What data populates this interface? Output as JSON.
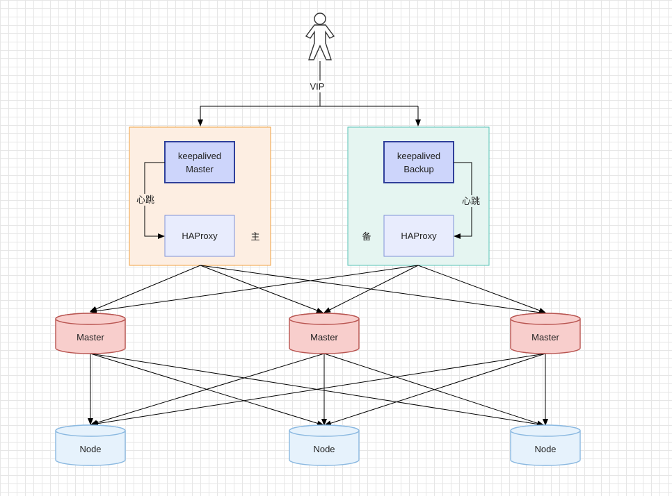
{
  "vip_label": "VIP",
  "groups": {
    "primary": {
      "keepalived_label_line1": "keepalived",
      "keepalived_label_line2": "Master",
      "haproxy_label": "HAProxy",
      "heartbeat_label": "心跳",
      "role_label": "主",
      "colors": {
        "container_fill": "#fdeee2",
        "container_stroke": "#f0a040",
        "keepalived_fill": "#cdd5fb",
        "keepalived_stroke": "#2f3f9a",
        "haproxy_fill": "#e8ecfd",
        "haproxy_stroke": "#7f92d8"
      }
    },
    "backup": {
      "keepalived_label_line1": "keepalived",
      "keepalived_label_line2": "Backup",
      "haproxy_label": "HAProxy",
      "heartbeat_label": "心跳",
      "role_label": "备",
      "colors": {
        "container_fill": "#e5f5f1",
        "container_stroke": "#55c2b5",
        "keepalived_fill": "#cdd5fb",
        "keepalived_stroke": "#2f3f9a",
        "haproxy_fill": "#e8ecfd",
        "haproxy_stroke": "#7f92d8"
      }
    }
  },
  "masters": [
    {
      "label": "Master"
    },
    {
      "label": "Master"
    },
    {
      "label": "Master"
    }
  ],
  "nodes": [
    {
      "label": "Node"
    },
    {
      "label": "Node"
    },
    {
      "label": "Node"
    }
  ],
  "colors": {
    "master_fill": "#f8cecc",
    "master_stroke": "#b85450",
    "node_fill": "#e6f2fc",
    "node_stroke": "#8ab8e0",
    "edge": "#000000"
  }
}
